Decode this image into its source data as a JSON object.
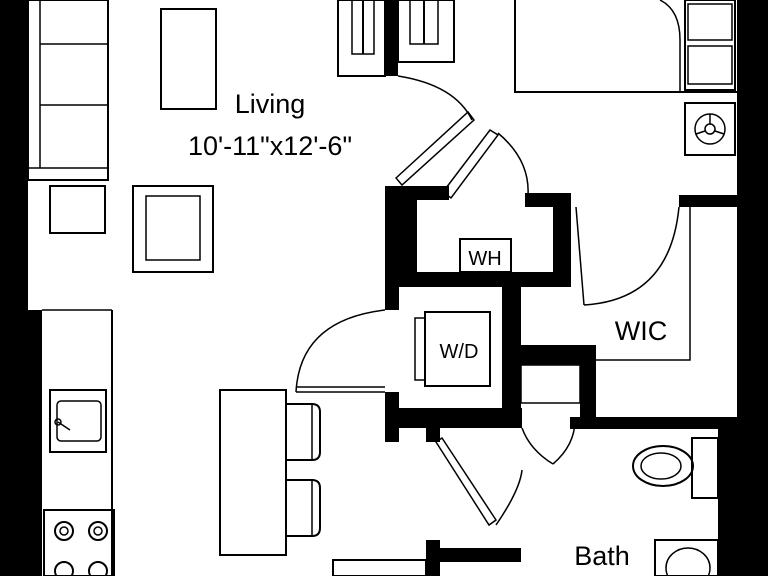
{
  "rooms": {
    "living": {
      "name": "Living",
      "dimensions": "10'-11\"x12'-6\""
    },
    "wic": {
      "name": "WIC"
    },
    "bath": {
      "name": "Bath"
    }
  },
  "fixtures": {
    "water_heater": "WH",
    "washer_dryer": "W/D"
  },
  "colors": {
    "ink": "#000000",
    "paper": "#ffffff"
  }
}
